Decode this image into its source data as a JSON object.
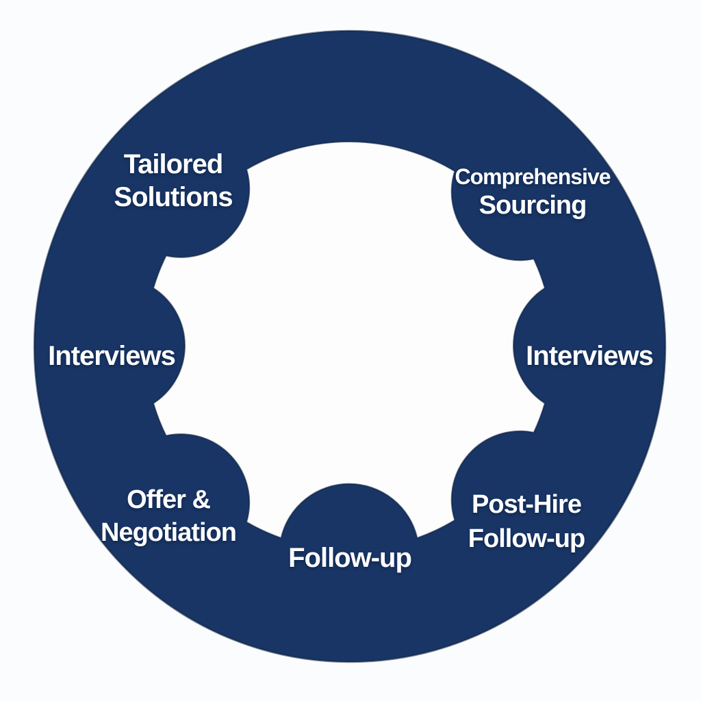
{
  "colors": {
    "ring_fill": "#183565",
    "edge_outline": "#0a1c38",
    "inner_fill": "#fdfdfe",
    "background": "#fbfcfe",
    "label_text": "#ffffff"
  },
  "stages": [
    {
      "id": "tailored-solutions",
      "lines": [
        "Tailored",
        "Solutions"
      ]
    },
    {
      "id": "comprehensive-sourcing",
      "lines": [
        "Comprehensive",
        "Sourcing"
      ]
    },
    {
      "id": "interviews-left",
      "lines": [
        "Interviews"
      ]
    },
    {
      "id": "interviews-right",
      "lines": [
        "Interviews"
      ]
    },
    {
      "id": "offer-negotiation",
      "lines": [
        "Offer &",
        "Negotiation"
      ]
    },
    {
      "id": "follow-up",
      "lines": [
        "Follow-up"
      ]
    },
    {
      "id": "post-hire-follow-up",
      "lines": [
        "Post-Hire",
        "Follow-up"
      ]
    }
  ]
}
